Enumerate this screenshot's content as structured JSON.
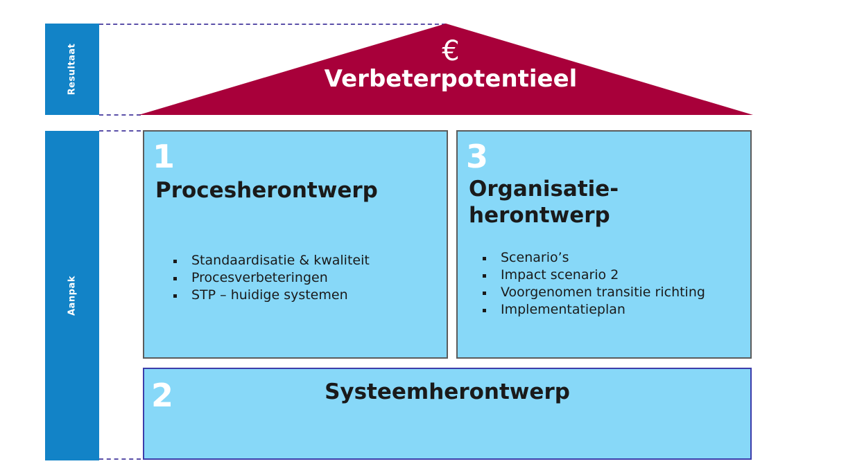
{
  "side_labels": {
    "resultaat": "Resultaat",
    "aanpak": "Aanpak"
  },
  "roof": {
    "symbol": "€",
    "title": "Verbeterpotentieel",
    "color": "#a8003a"
  },
  "blocks": [
    {
      "number": "1",
      "title": "Procesherontwerp",
      "items": [
        "Standaardisatie & kwaliteit",
        "Procesverbeteringen",
        "STP – huidige systemen"
      ]
    },
    {
      "number": "3",
      "title_line1": "Organisatie-",
      "title_line2": "herontwerp",
      "items": [
        "Scenario’s",
        "Impact scenario 2",
        "Voorgenomen transitie richting",
        "Implementatieplan"
      ]
    },
    {
      "number": "2",
      "title": "Systeemherontwerp"
    }
  ],
  "colors": {
    "side_bar": "#1283c7",
    "block_fill": "#87d8f8",
    "dashed_line": "#5a4fa8"
  }
}
